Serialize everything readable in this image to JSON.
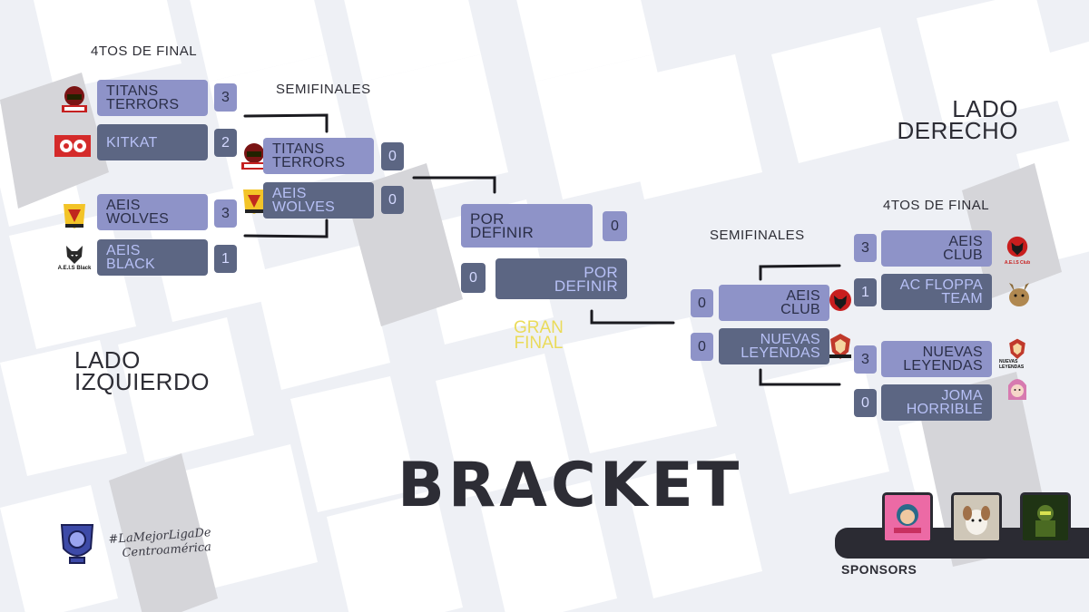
{
  "labels": {
    "left_quarter": "4TOS DE FINAL",
    "left_semi": "SEMIFINALES",
    "left_side": [
      "LADO",
      "IZQUIERDO"
    ],
    "right_side": [
      "LADO",
      "DERECHO"
    ],
    "right_quarter": "4TOS DE FINAL",
    "right_semi": "SEMIFINALES",
    "gran_final": [
      "GRAN",
      "FINAL"
    ],
    "title": "BRACKET",
    "sponsors": "SPONSORS",
    "hashtag": [
      "#LaMejorLigaDe",
      "Centroamérica"
    ]
  },
  "left_quarterfinals": [
    {
      "name": [
        "TITANS",
        "TERRORS"
      ],
      "score": "3",
      "logo": "titans-logo"
    },
    {
      "name": [
        "KITKAT"
      ],
      "score": "2",
      "logo": "kitkat-logo"
    },
    {
      "name": [
        "AEIS",
        "WOLVES"
      ],
      "score": "3",
      "logo": "aeis-wolves-logo"
    },
    {
      "name": [
        "AEIS",
        "BLACK"
      ],
      "score": "1",
      "logo": "aeis-black-logo",
      "logo_caption": "A.E.I.S Black"
    }
  ],
  "left_semifinals": [
    {
      "name": [
        "TITANS",
        "TERRORS"
      ],
      "score": "0",
      "logo": "titans-logo"
    },
    {
      "name": [
        "AEIS",
        "WOLVES"
      ],
      "score": "0",
      "logo": "aeis-wolves-logo"
    }
  ],
  "final": [
    {
      "name": [
        "POR",
        "DEFINIR"
      ],
      "score": "0"
    },
    {
      "name": [
        "POR",
        "DEFINIR"
      ],
      "score": "0"
    }
  ],
  "right_semifinals": [
    {
      "name": [
        "AEIS",
        "CLUB"
      ],
      "score": "0",
      "logo": "aeis-club-logo"
    },
    {
      "name": [
        "NUEVAS",
        "LEYENDAS"
      ],
      "score": "0",
      "logo": "nuevas-leyendas-logo"
    }
  ],
  "right_quarterfinals": [
    {
      "name": [
        "AEIS",
        "CLUB"
      ],
      "score": "3",
      "logo": "aeis-club-logo",
      "logo_caption": "A.E.I.S Club"
    },
    {
      "name": [
        "AC FLOPPA",
        "TEAM"
      ],
      "score": "1",
      "logo": "floppa-logo"
    },
    {
      "name": [
        "NUEVAS",
        "LEYENDAS"
      ],
      "score": "3",
      "logo": "nuevas-leyendas-logo",
      "logo_caption": "NUEVAS LEYENDAS"
    },
    {
      "name": [
        "JOMA",
        "HORRIBLE"
      ],
      "score": "0",
      "logo": "joma-logo"
    }
  ],
  "sponsors": [
    {
      "icon": "sponsor-1-avatar",
      "color": "#e8609a"
    },
    {
      "icon": "sponsor-2-dog",
      "color": "#d9d2c4"
    },
    {
      "icon": "sponsor-3-soldier",
      "color": "#2f4a1e"
    }
  ],
  "colors": {
    "background": "#eef0f5",
    "team_light": "#8e93c8",
    "team_dark": "#5c6683",
    "gran_final": "#eadb5a",
    "text_dark": "#2d2d35"
  }
}
